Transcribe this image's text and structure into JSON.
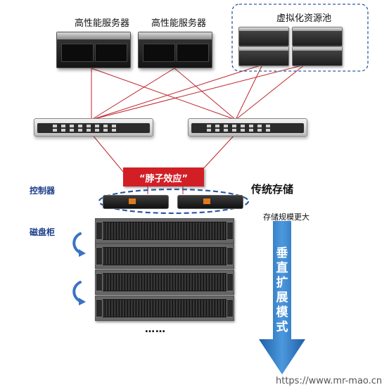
{
  "labels": {
    "server_1": "高性能服务器",
    "server_2": "高性能服务器",
    "virtual_pool": "虚拟化资源池",
    "bottleneck": "“脖子效应”",
    "traditional_storage": "传统存储",
    "controller": "控制器",
    "disk_enclosure": "磁盘柜",
    "storage_growth": "存储规模更大",
    "vertical_scaling": "垂直扩展模式",
    "ellipsis": "……",
    "watermark": "https://www.mr-mao.cn"
  },
  "colors": {
    "link_line": "#c0262d",
    "bottleneck_box": "#d21f26",
    "dashed_group": "#2c5aa0",
    "arrow_fill": "#2f79c4",
    "curve_arrow": "#3a73c4"
  },
  "icons": {
    "server": "rack-server-icon",
    "switch": "network-switch-icon",
    "controller": "storage-controller-icon",
    "shelf": "disk-shelf-icon",
    "arrow_down": "big-down-arrow-icon",
    "curve": "curved-arrow-icon"
  }
}
